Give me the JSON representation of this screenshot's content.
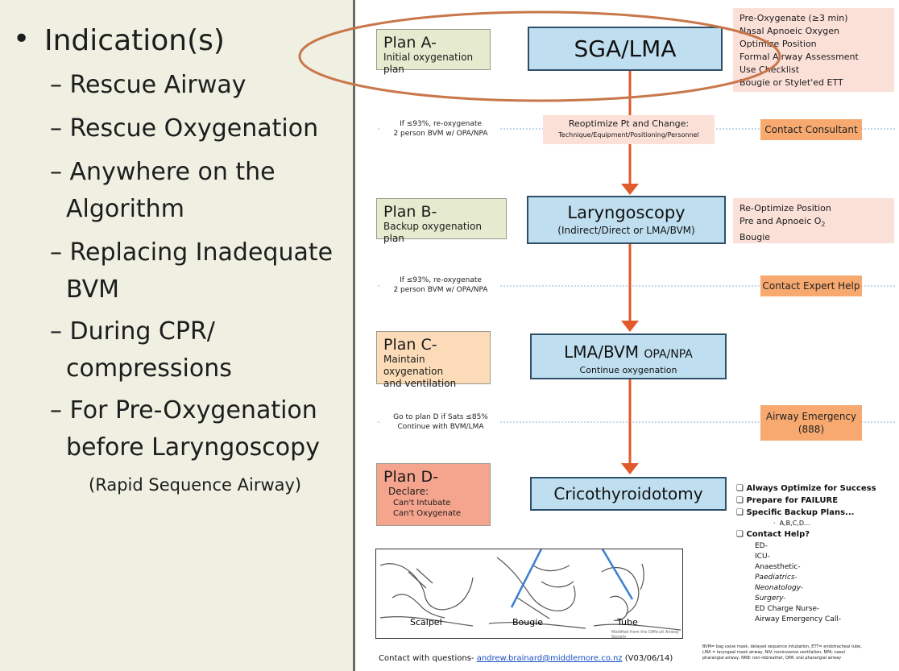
{
  "left": {
    "heading": "Indication(s)",
    "items": [
      "– Rescue Airway",
      "– Rescue Oxygenation",
      "– Anywhere on the",
      "Algorithm",
      "– Replacing Inadequate",
      "BVM",
      "– During CPR/",
      "compressions",
      "– For Pre-Oxygenation",
      "before Laryngoscopy",
      "(Rapid Sequence Airway)"
    ]
  },
  "plans": {
    "a": {
      "title": "Plan A-",
      "sub": "Initial oxygenation plan"
    },
    "b": {
      "title": "Plan B-",
      "sub": "Backup oxygenation plan"
    },
    "c": {
      "title": "Plan C-",
      "sub1": "Maintain oxygenation",
      "sub2": "and ventilation"
    },
    "d": {
      "title": "Plan D-",
      "sub1": "Declare:",
      "sub2": "Can't Intubate",
      "sub3": "Can't Oxygenate"
    }
  },
  "steps": {
    "sga": "SGA/LMA",
    "laryngoscopy": "Laryngoscopy",
    "laryngoscopy_sub": "(Indirect/Direct or LMA/BVM)",
    "lma_bvm": "LMA/BVM",
    "lma_bvm_small": "OPA/NPA",
    "lma_bvm_sub": "Continue oxygenation",
    "crico": "Cricothyroidotomy"
  },
  "notes_a": [
    "Pre-Oxygenate (≥3 min)",
    "Nasal Apnoeic Oxygen",
    "Optimize Position",
    "Formal Airway Assessment",
    "Use Checklist",
    "Bougie or Stylet'ed ETT"
  ],
  "notes_b": [
    "Re-Optimize Position",
    "Pre and Apnoeic O",
    "Bougie"
  ],
  "notes_b_sub": "2",
  "reoptimize": {
    "line1": "Reoptimize Pt and Change:",
    "line2": "Technique/Equipment/Positioning/Personnel"
  },
  "side": {
    "s1a": "If ≤93%, re-oxygenate",
    "s1b": "2 person BVM w/ OPA/NPA",
    "s2a": "If ≤93%, re-oxygenate",
    "s2b": "2 person BVM w/ OPA/NPA",
    "s3a": "Go to plan D if Sats ≤85%",
    "s3b": "Continue with BVM/LMA"
  },
  "contacts": {
    "c1": "Contact Consultant",
    "c2": "Contact Expert Help",
    "c3a": "Airway Emergency",
    "c3b": "(888)"
  },
  "checklist": [
    "Always Optimize for Success",
    "Prepare for FAILURE",
    "Specific Backup Plans...",
    "Contact Help?"
  ],
  "checklist_sub": "A,B,C,D...",
  "contacts_list": [
    "ED-",
    "ICU-",
    "Anaesthetic-",
    "Paediatrics-",
    "Neonatology-",
    "Surgery-",
    "ED Charge Nurse-",
    "Airway Emergency Call-"
  ],
  "illustration": {
    "scalpel": "Scalpel",
    "bougie": "Bougie",
    "tube": "Tube",
    "credit": "Modified from the Difficult Airway Society"
  },
  "footer": {
    "prefix": "Contact with questions- ",
    "email": "andrew.brainard@middlemore.co.nz",
    "version": "(V03/06/14)"
  },
  "abbrev": [
    "BVM= bag valve mask, delayed sequence intubation, ETT= endotracheal tube,",
    "LMA = laryngeal mask airway, NIV: noninvasive ventilation, NPA: nasal",
    "pharangial airway, NRB: non-rebreather, OPA: oral pharangial airway"
  ],
  "colors": {
    "bg_left": "#eff0e2",
    "blue_box": "#bfdff0",
    "pink_box": "#fbe0d8",
    "orange_box": "#f7a96f",
    "arrow": "#e05a2b",
    "link": "#1a4fc4"
  }
}
